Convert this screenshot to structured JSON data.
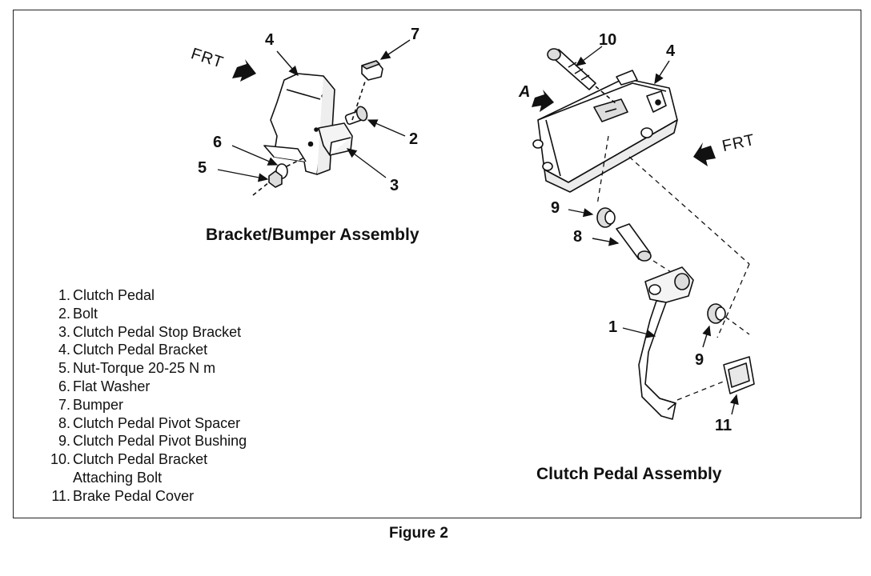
{
  "figure": {
    "caption": "Figure 2",
    "left_diagram_title": "Bracket/Bumper Assembly",
    "right_diagram_title": "Clutch Pedal Assembly",
    "direction_label": "FRT",
    "view_label": "A"
  },
  "callouts": {
    "l4": "4",
    "l7": "7",
    "l2": "2",
    "l3": "3",
    "l6": "6",
    "l5": "5",
    "r10": "10",
    "r4": "4",
    "r9a": "9",
    "r8": "8",
    "r1": "1",
    "r9b": "9",
    "r11": "11"
  },
  "legend": [
    {
      "num": "1.",
      "text": "Clutch Pedal"
    },
    {
      "num": "2.",
      "text": "Bolt"
    },
    {
      "num": "3.",
      "text": "Clutch Pedal Stop Bracket"
    },
    {
      "num": "4.",
      "text": "Clutch Pedal Bracket"
    },
    {
      "num": "5.",
      "text": "Nut-Torque 20-25 N m"
    },
    {
      "num": "6.",
      "text": "Flat Washer"
    },
    {
      "num": "7.",
      "text": "Bumper"
    },
    {
      "num": "8.",
      "text": "Clutch Pedal Pivot Spacer"
    },
    {
      "num": "9.",
      "text": "Clutch Pedal Pivot Bushing"
    },
    {
      "num": "10.",
      "text": "Clutch Pedal Bracket"
    },
    {
      "num": "",
      "text": "Attaching Bolt"
    },
    {
      "num": "11.",
      "text": "Brake Pedal Cover"
    }
  ]
}
